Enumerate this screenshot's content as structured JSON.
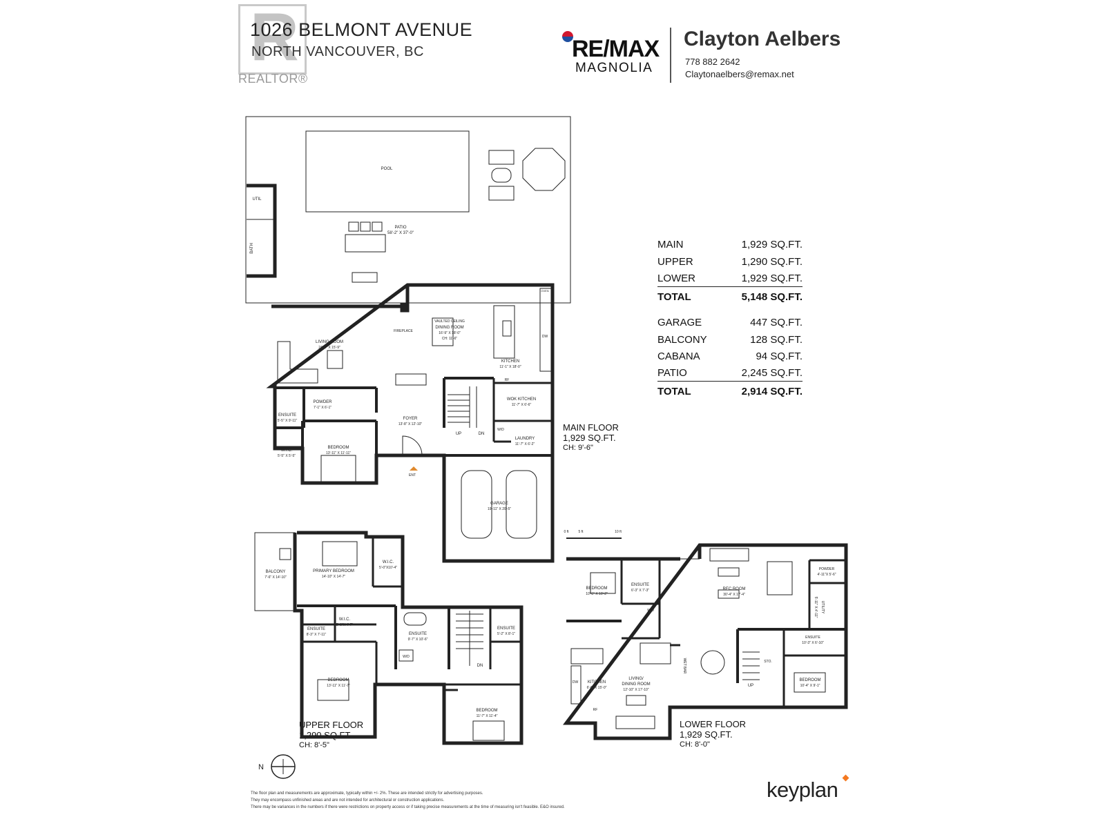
{
  "header": {
    "address_line1": "1026 BELMONT AVENUE",
    "address_line2": "NORTH VANCOUVER, BC",
    "realtor_mark": "REALTOR®",
    "brokerage_name": "RE/MAX",
    "brokerage_sub": "MAGNOLIA",
    "agent_name": "Clayton Aelbers",
    "agent_phone": "778 882 2642",
    "agent_email": "Claytonaelbers@remax.net"
  },
  "area_summary": {
    "living": [
      {
        "label": "MAIN",
        "value": "1,929 SQ.FT."
      },
      {
        "label": "UPPER",
        "value": "1,290 SQ.FT."
      },
      {
        "label": "LOWER",
        "value": "1,929 SQ.FT."
      }
    ],
    "living_total": {
      "label": "TOTAL",
      "value": "5,148 SQ.FT."
    },
    "other": [
      {
        "label": "GARAGE",
        "value": "447 SQ.FT."
      },
      {
        "label": "BALCONY",
        "value": "128 SQ.FT."
      },
      {
        "label": "CABANA",
        "value": "94 SQ.FT."
      },
      {
        "label": "PATIO",
        "value": "2,245 SQ.FT."
      }
    ],
    "other_total": {
      "label": "TOTAL",
      "value": "2,914 SQ.FT."
    }
  },
  "floors": {
    "main": {
      "name": "MAIN FLOOR",
      "area": "1,929 SQ.FT.",
      "ceiling": "CH: 9'-6\""
    },
    "upper": {
      "name": "UPPER FLOOR",
      "area": "1,290 SQ.FT.",
      "ceiling": "CH: 8'-5\""
    },
    "lower": {
      "name": "LOWER FLOOR",
      "area": "1,929 SQ.FT.",
      "ceiling": "CH: 8'-0\""
    }
  },
  "rooms": {
    "pool": "POOL",
    "util": "UTIL",
    "bath": "BATH",
    "patio": "PATIO",
    "patio_dim": "58'-2\" X 37'-0\"",
    "fireplace": "FIREPLACE",
    "vaulted": "VAULTED CEILING",
    "dining": "DINING ROOM",
    "dining_dim": "16'-9\" X 18'-0\"",
    "dining_ch": "CH: 11'-6\"",
    "living": "LIVING ROOM",
    "living_dim": "24'-8\" X 15'-9\"",
    "kitchen": "KITCHEN",
    "kitchen_dim": "11'-1\" X 18'-0\"",
    "wok": "WOK KITCHEN",
    "wok_dim": "11'-7\" X 6'-6\"",
    "powder": "POWDER",
    "powder_dim": "7'-1\" X 6'-1\"",
    "ensuite_main": "ENSUITE",
    "ensuite_main_dim": "5'-5\" X 9'-11\"",
    "foyer": "FOYER",
    "foyer_dim": "13'-8\" X 12'-10\"",
    "laundry": "LAUNDRY",
    "laundry_dim": "11'-7\" X 6'-2\"",
    "wic_main": "W.I.C.",
    "wic_main_dim": "5'-5\" X 5'-5\"",
    "bedroom_main": "BEDROOM",
    "bedroom_main_dim": "13'-11\" X 11'-11\"",
    "ent": "ENT",
    "up": "UP",
    "dn": "DN",
    "garage": "GARAGE",
    "garage_dim": "19'-11\" X 20'-5\"",
    "balcony": "BALCONY",
    "balcony_dim": "7'-6\" X 14'-10\"",
    "primary": "PRIMARY BEDROOM",
    "primary_dim": "14'-10\" X 14'-7\"",
    "wic_up1": "W.I.C.",
    "wic_up1_dim": "5'-0\"X10'-4\"",
    "ensuite_up1": "ENSUITE",
    "ensuite_up1_dim": "9'-7\" X 10'-6\"",
    "wic_up2": "W.I.C.",
    "wic_up2_dim": "5'-6\"X 4'-7\"",
    "ensuite_up2": "ENSUITE",
    "ensuite_up2_dim": "8'-3\" X 7'-11\"",
    "ensuite_up3": "ENSUITE",
    "ensuite_up3_dim": "5'-2\" X 8'-1\"",
    "bedroom_up1": "BEDROOM",
    "bedroom_up1_dim": "13'-11\" X 11'-7\"",
    "bedroom_up2": "BEDROOM",
    "bedroom_up2_dim": "11'-7\" X 11'-4\"",
    "bedroom_low1": "BEDROOM",
    "bedroom_low1_dim": "10'-5\" X 10'-2\"",
    "ensuite_low1": "ENSUITE",
    "ensuite_low1_dim": "6'-3\" X 7'-3\"",
    "rec": "REC ROOM",
    "rec_dim": "30'-4\" X 17'-4\"",
    "powder_low": "POWDER",
    "powder_low_dim": "4'-11\"X 5'-6\"",
    "utility": "UTILITY",
    "utility_dim": "5'-11\" X 4'-11\"",
    "ensuite_low2": "ENSUITE",
    "ensuite_low2_dim": "10'-3\" X 6'-10\"",
    "bedroom_low2": "BEDROOM",
    "bedroom_low2_dim": "10'-4\" X 9'-1\"",
    "kitchen_low": "KITCHEN",
    "kitchen_low_dim": "6'-0\" X 15'-0\"",
    "livdin": "LIVING/",
    "livdin2": "DINING ROOM",
    "livdin_dim": "12'-10\" X 17'-10\"",
    "wetbar": "WET BAR",
    "sto": "STO.",
    "wd": "W/D",
    "dw": "DW",
    "rf": "RF",
    "oven": "OVEN"
  },
  "scale": {
    "s0": "0 ft",
    "s1": "5 ft",
    "s2": "10 ft"
  },
  "compass": "N",
  "branding": {
    "keyplan": "keyplan"
  },
  "disclaimer": [
    "The floor plan and measurements are approximate, typically within +/- 2%. These are intended strictly for advertising purposes.",
    "They may encompass unfinished areas and are not intended for architectural or construction applications.",
    "There may be variances in the numbers if there were restrictions on property access or if taking precise measurements at the time of measuring isn't feasible. E&O insured."
  ]
}
